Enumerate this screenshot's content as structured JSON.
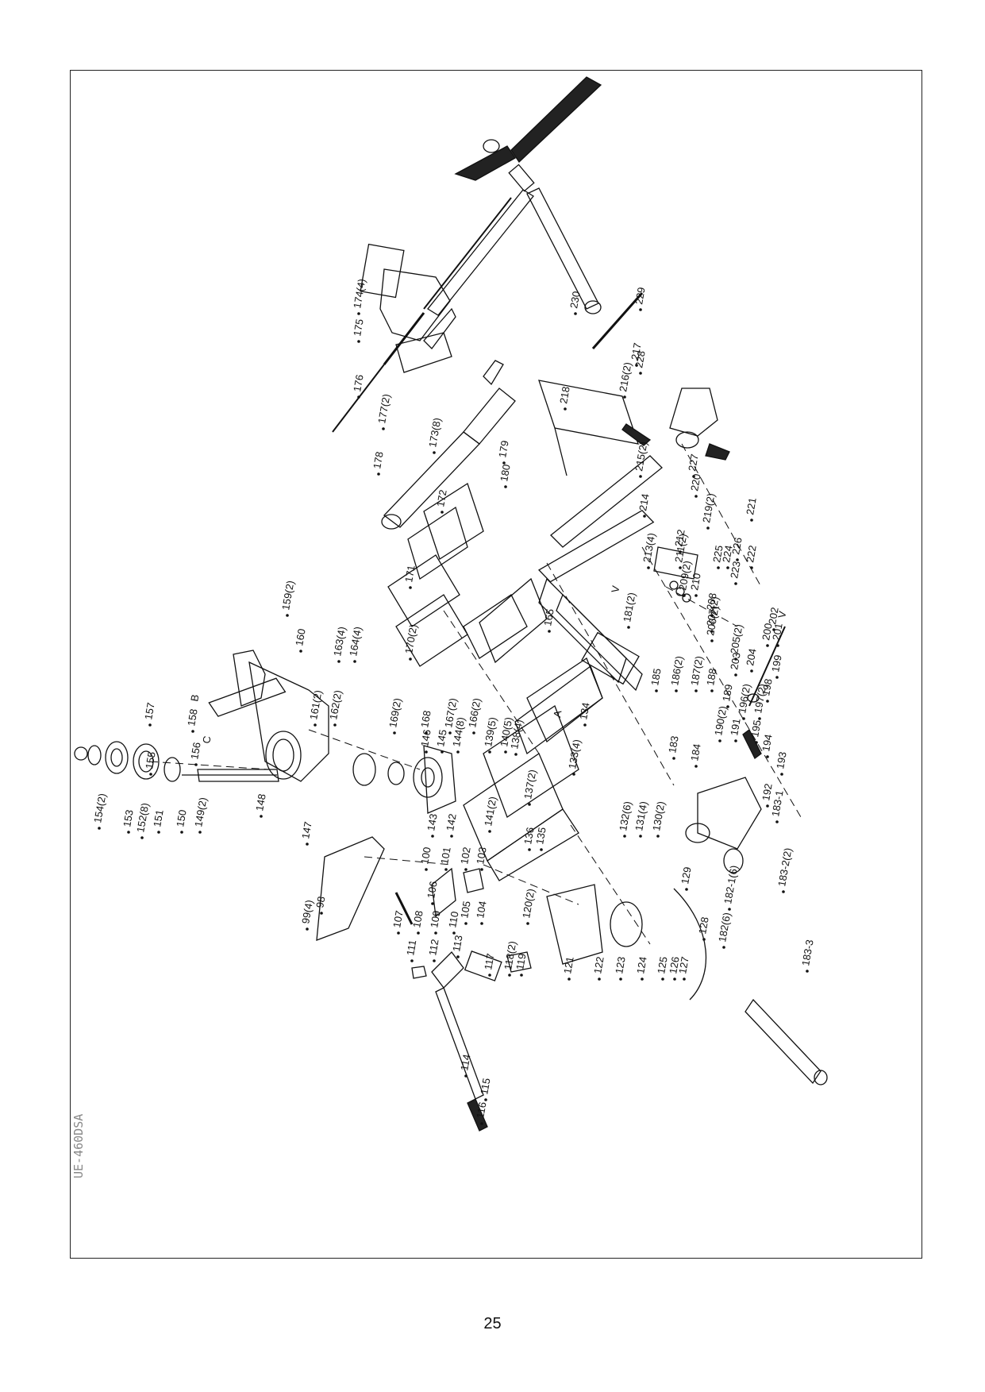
{
  "model": "UE-460DSA",
  "page_number": "25",
  "colors": {
    "line": "#111111",
    "frame": "#222222",
    "model_text": "#888888"
  },
  "section_marks": [
    "A",
    "B",
    "C",
    "V",
    "V"
  ],
  "part_labels": [
    "98",
    "99(4)",
    "100",
    "101",
    "102",
    "103",
    "104",
    "105",
    "106",
    "107",
    "108",
    "109",
    "110",
    "111",
    "112",
    "113",
    "114",
    "115",
    "116",
    "117",
    "118(2)",
    "119",
    "120(2)",
    "121",
    "122",
    "123",
    "124",
    "125",
    "126",
    "127",
    "128",
    "129",
    "130(2)",
    "131(4)",
    "132(6)",
    "133(4)",
    "134",
    "135",
    "136",
    "137(2)",
    "138(4)",
    "139(5)",
    "140(5)",
    "141(2)",
    "142",
    "143",
    "144(8)",
    "145",
    "146",
    "147",
    "148",
    "149(2)",
    "150",
    "151",
    "152(8)",
    "153",
    "154(2)",
    "155",
    "156",
    "157",
    "158",
    "159(2)",
    "160",
    "161(2)",
    "162(2)",
    "163(4)",
    "164(4)",
    "165",
    "166(2)",
    "167(2)",
    "168",
    "169(2)",
    "170(2)",
    "171",
    "172",
    "173(8)",
    "174(4)",
    "175",
    "176",
    "177(2)",
    "178",
    "179",
    "180",
    "181(2)",
    "182(6)",
    "182-1(6)",
    "183",
    "183-1",
    "183-2(2)",
    "183-3",
    "184",
    "185",
    "186(2)",
    "187(2)",
    "188",
    "189",
    "190(2)",
    "191",
    "192",
    "193",
    "194",
    "195",
    "196(2)",
    "197(2)",
    "198",
    "199",
    "200",
    "201",
    "202",
    "203",
    "204",
    "205(2)",
    "206(2)",
    "207(2)",
    "208",
    "209(2)",
    "210",
    "211(2)",
    "212",
    "213(4)",
    "214",
    "215(2)",
    "216(2)",
    "217",
    "218",
    "219(2)",
    "220",
    "221",
    "222",
    "223",
    "224",
    "225",
    "226",
    "227",
    "228",
    "229",
    "230"
  ]
}
